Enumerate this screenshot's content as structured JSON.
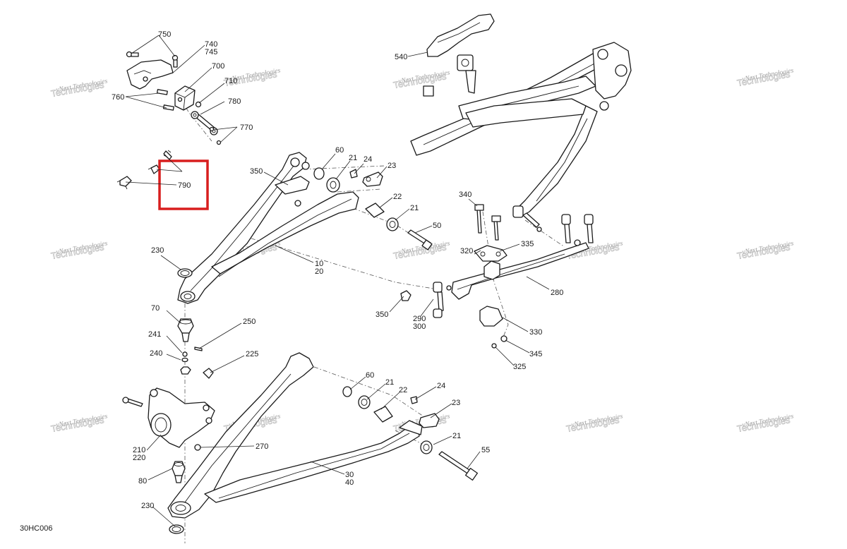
{
  "diagram": {
    "reference_code": "30HC006",
    "watermark": {
      "line1": "vNext",
      "line2": "Technologies",
      "full": "vNext Technologies"
    },
    "highlight_color": "#d81e1e",
    "highlighted_part": "790",
    "callouts": {
      "c750": "750",
      "c740": "740",
      "c745": "745",
      "c700": "700",
      "c710": "710",
      "c760": "760",
      "c780": "780",
      "c770": "770",
      "c790": "790",
      "c540": "540",
      "c350a": "350",
      "c60a": "60",
      "c21a": "21",
      "c24a": "24",
      "c23a": "23",
      "c22a": "22",
      "c21b": "21",
      "c50": "50",
      "c10": "10",
      "c20": "20",
      "c230a": "230",
      "c70": "70",
      "c250": "250",
      "c241": "241",
      "c240": "240",
      "c225": "225",
      "c340": "340",
      "c320": "320",
      "c335": "335",
      "c280": "280",
      "c350b": "350",
      "c290": "290",
      "c300": "300",
      "c330": "330",
      "c345": "345",
      "c325": "325",
      "c60b": "60",
      "c21c": "21",
      "c22b": "22",
      "c24b": "24",
      "c23b": "23",
      "c21d": "21",
      "c55": "55",
      "c210": "210",
      "c220": "220",
      "c270": "270",
      "c80": "80",
      "c30": "30",
      "c40": "40",
      "c230b": "230"
    }
  }
}
